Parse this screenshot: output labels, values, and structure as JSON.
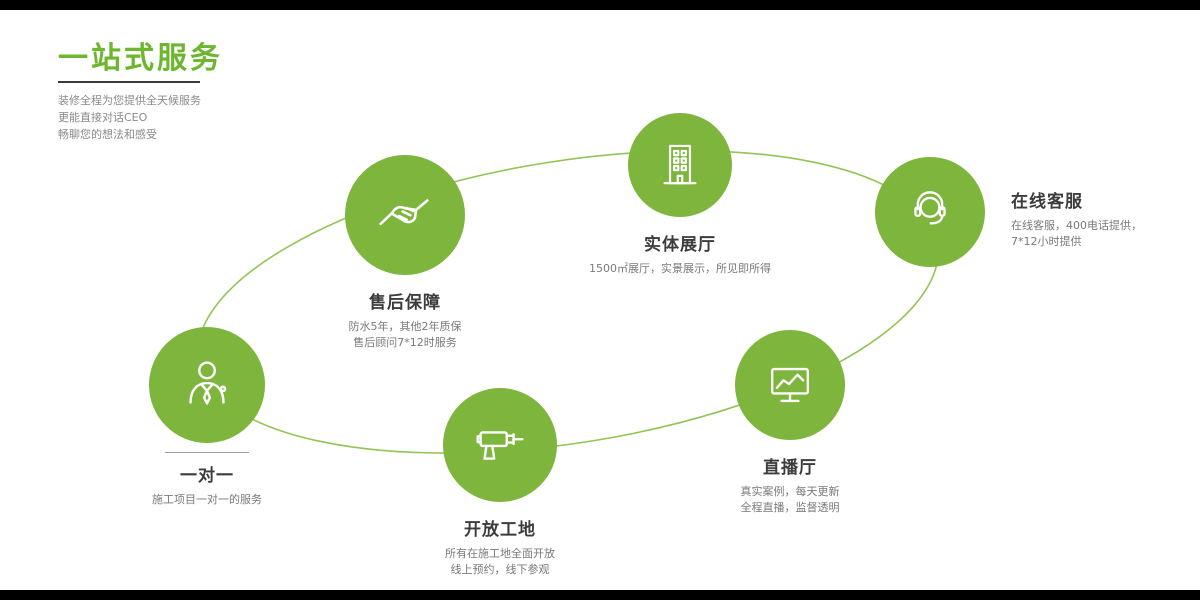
{
  "header": {
    "title": "一站式服务",
    "subtitle_lines": [
      "装修全程为您提供全天候服务",
      "更能直接对话CEO",
      "畅聊您的想法和感受"
    ]
  },
  "colors": {
    "circle_green": "#7db53d",
    "title_green": "#6cb72e",
    "connector_green": "#93c457",
    "text_dark": "#3c3c3c",
    "text_gray": "#7a7a7a",
    "edge_bar_black": "#000000"
  },
  "nodes": [
    {
      "icon": "handshake-icon",
      "label": "售后保障",
      "desc": [
        "防水5年，其他2年质保",
        "售后顾问7*12时服务"
      ]
    },
    {
      "icon": "building-icon",
      "label": "实体展厅",
      "desc": [
        "1500㎡展厅，实景展示，所见即所得"
      ]
    },
    {
      "icon": "headset-icon",
      "label": "在线客服",
      "desc": [
        "在线客服，400电话提供，",
        "7*12小时提供"
      ]
    },
    {
      "icon": "monitor-chart-icon",
      "label": "直播厅",
      "desc": [
        "真实案例，每天更新",
        "全程直播，监督透明"
      ]
    },
    {
      "icon": "drill-icon",
      "label": "开放工地",
      "desc": [
        "所有在施工地全面开放",
        "线上预约，线下参观"
      ]
    },
    {
      "icon": "person-icon",
      "label": "一对一",
      "desc": [
        "施工项目一对一的服务"
      ]
    }
  ]
}
